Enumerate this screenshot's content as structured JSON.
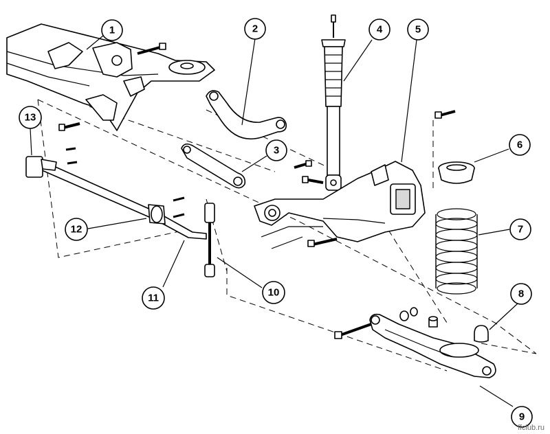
{
  "diagram": {
    "callouts": [
      {
        "id": "callout-1",
        "label": "1"
      },
      {
        "id": "callout-2",
        "label": "2"
      },
      {
        "id": "callout-3",
        "label": "3"
      },
      {
        "id": "callout-4",
        "label": "4"
      },
      {
        "id": "callout-5",
        "label": "5"
      },
      {
        "id": "callout-6",
        "label": "6"
      },
      {
        "id": "callout-7",
        "label": "7"
      },
      {
        "id": "callout-8",
        "label": "8"
      },
      {
        "id": "callout-9",
        "label": "9"
      },
      {
        "id": "callout-10",
        "label": "10"
      },
      {
        "id": "callout-11",
        "label": "11"
      },
      {
        "id": "callout-12",
        "label": "12"
      },
      {
        "id": "callout-13",
        "label": "13"
      }
    ],
    "watermark": "ffclub.ru"
  }
}
